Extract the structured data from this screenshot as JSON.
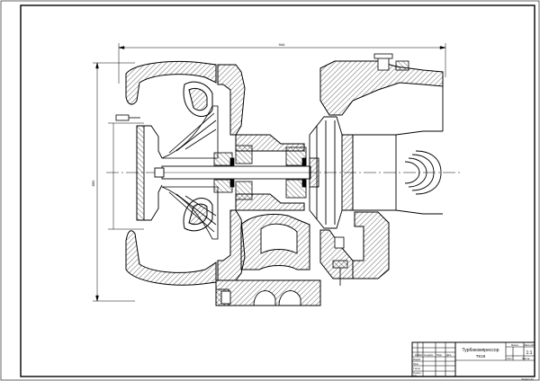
{
  "drawing": {
    "dimensions": {
      "overall_width": "944",
      "overall_height": "860"
    }
  },
  "title_block": {
    "product_name": "Турбокомпрессор",
    "product_code": "ТК18",
    "scale": "1:1",
    "sheet_label": "Лист",
    "sheets_label": "Листов",
    "mass_label": "Масса",
    "scale_label": "Масштаб",
    "format": "Формат А3",
    "rows": [
      "Изм",
      "Лист",
      "№ докум.",
      "Подп.",
      "Дата"
    ],
    "roles": [
      "Разраб.",
      "Пров.",
      "Т.контр.",
      "Н.контр.",
      "Утв."
    ]
  }
}
